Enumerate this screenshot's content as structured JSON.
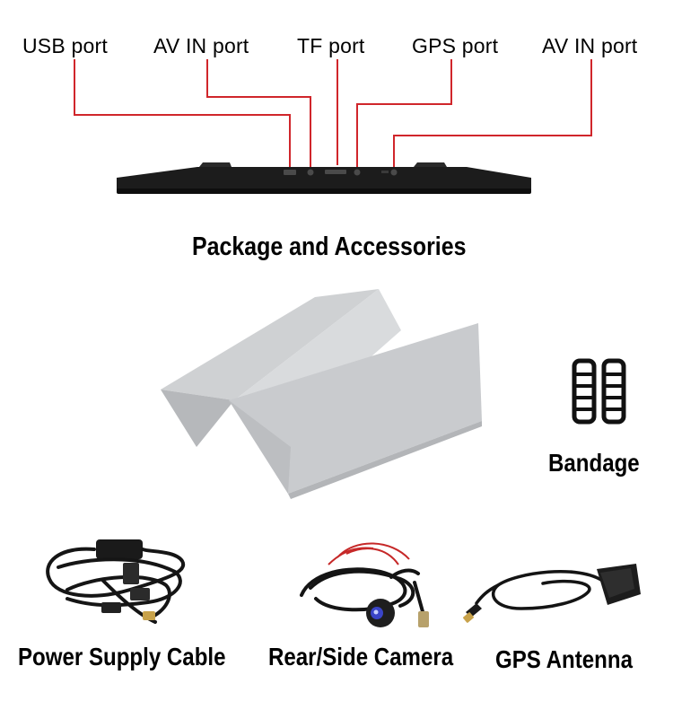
{
  "ports": [
    {
      "label": "USB port"
    },
    {
      "label": "AV IN port"
    },
    {
      "label": "TF port"
    },
    {
      "label": "GPS port"
    },
    {
      "label": "AV IN port"
    }
  ],
  "package_title": "Package and Accessories",
  "accessories": [
    {
      "label": "Bandage",
      "icon": "bandage-icon"
    },
    {
      "label": "Power Supply Cable",
      "icon": "power-cable-icon"
    },
    {
      "label": "Rear/Side Camera",
      "icon": "camera-icon"
    },
    {
      "label": "GPS Antenna",
      "icon": "gps-antenna-icon"
    }
  ],
  "colors": {
    "callout_line": "#d0262b",
    "device_body": "#1c1c1c",
    "box": "#c9cbce"
  }
}
